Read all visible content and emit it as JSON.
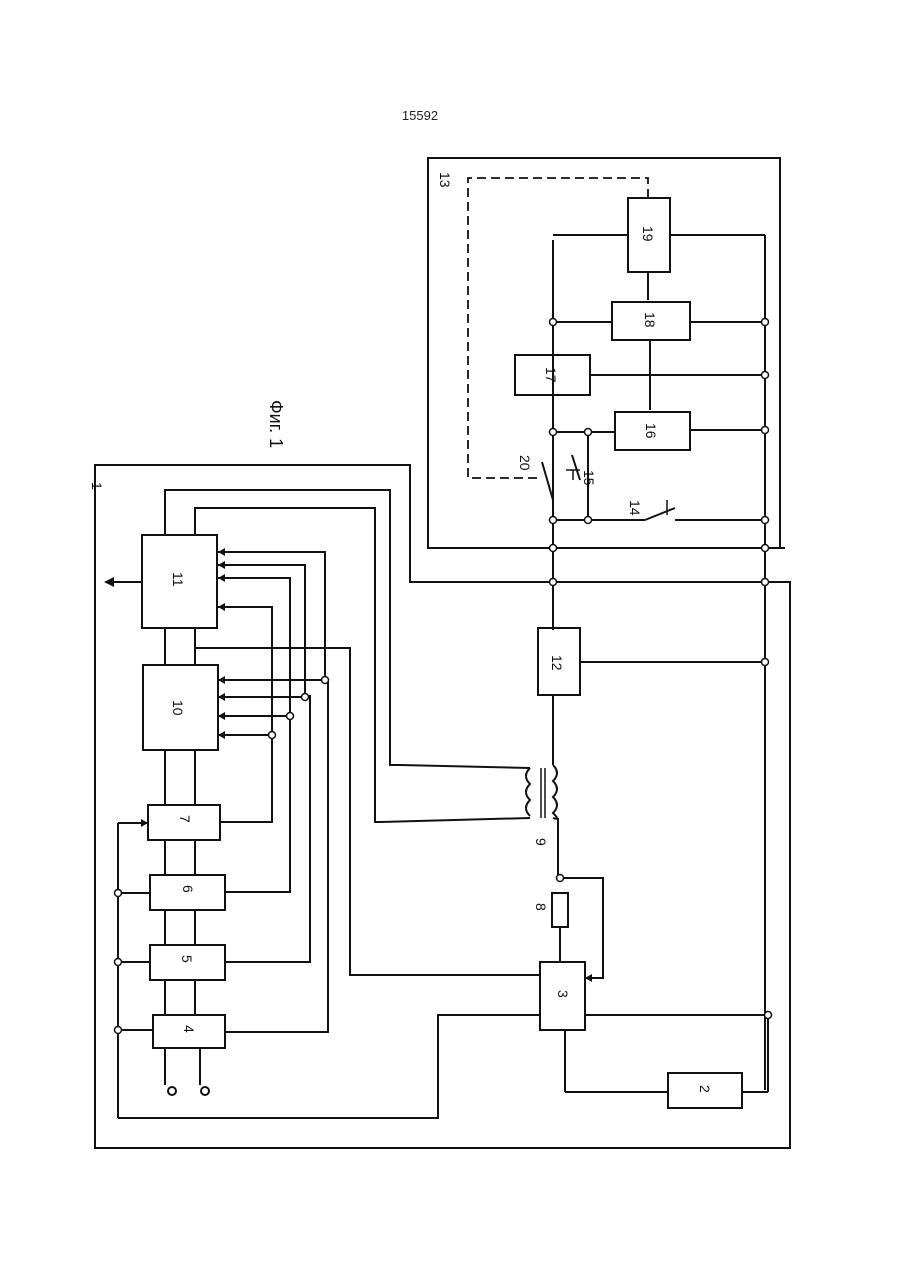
{
  "page": {
    "number": "15592"
  },
  "figure": {
    "caption": "Фиг. 1"
  },
  "blocks": [
    {
      "id": "b1",
      "label": "1"
    },
    {
      "id": "b2",
      "label": "2"
    },
    {
      "id": "b3",
      "label": "3"
    },
    {
      "id": "b4",
      "label": "4"
    },
    {
      "id": "b5",
      "label": "5"
    },
    {
      "id": "b6",
      "label": "6"
    },
    {
      "id": "b7",
      "label": "7"
    },
    {
      "id": "b8",
      "label": "8"
    },
    {
      "id": "b9",
      "label": "9"
    },
    {
      "id": "b10",
      "label": "10"
    },
    {
      "id": "b11",
      "label": "11"
    },
    {
      "id": "b12",
      "label": "12"
    },
    {
      "id": "b13",
      "label": "13"
    },
    {
      "id": "b14",
      "label": "14"
    },
    {
      "id": "b15",
      "label": "15"
    },
    {
      "id": "b16",
      "label": "16"
    },
    {
      "id": "b17",
      "label": "17"
    },
    {
      "id": "b18",
      "label": "18"
    },
    {
      "id": "b19",
      "label": "19"
    },
    {
      "id": "b20",
      "label": "20"
    }
  ],
  "colors": {
    "line": "#111111",
    "background": "#ffffff"
  }
}
